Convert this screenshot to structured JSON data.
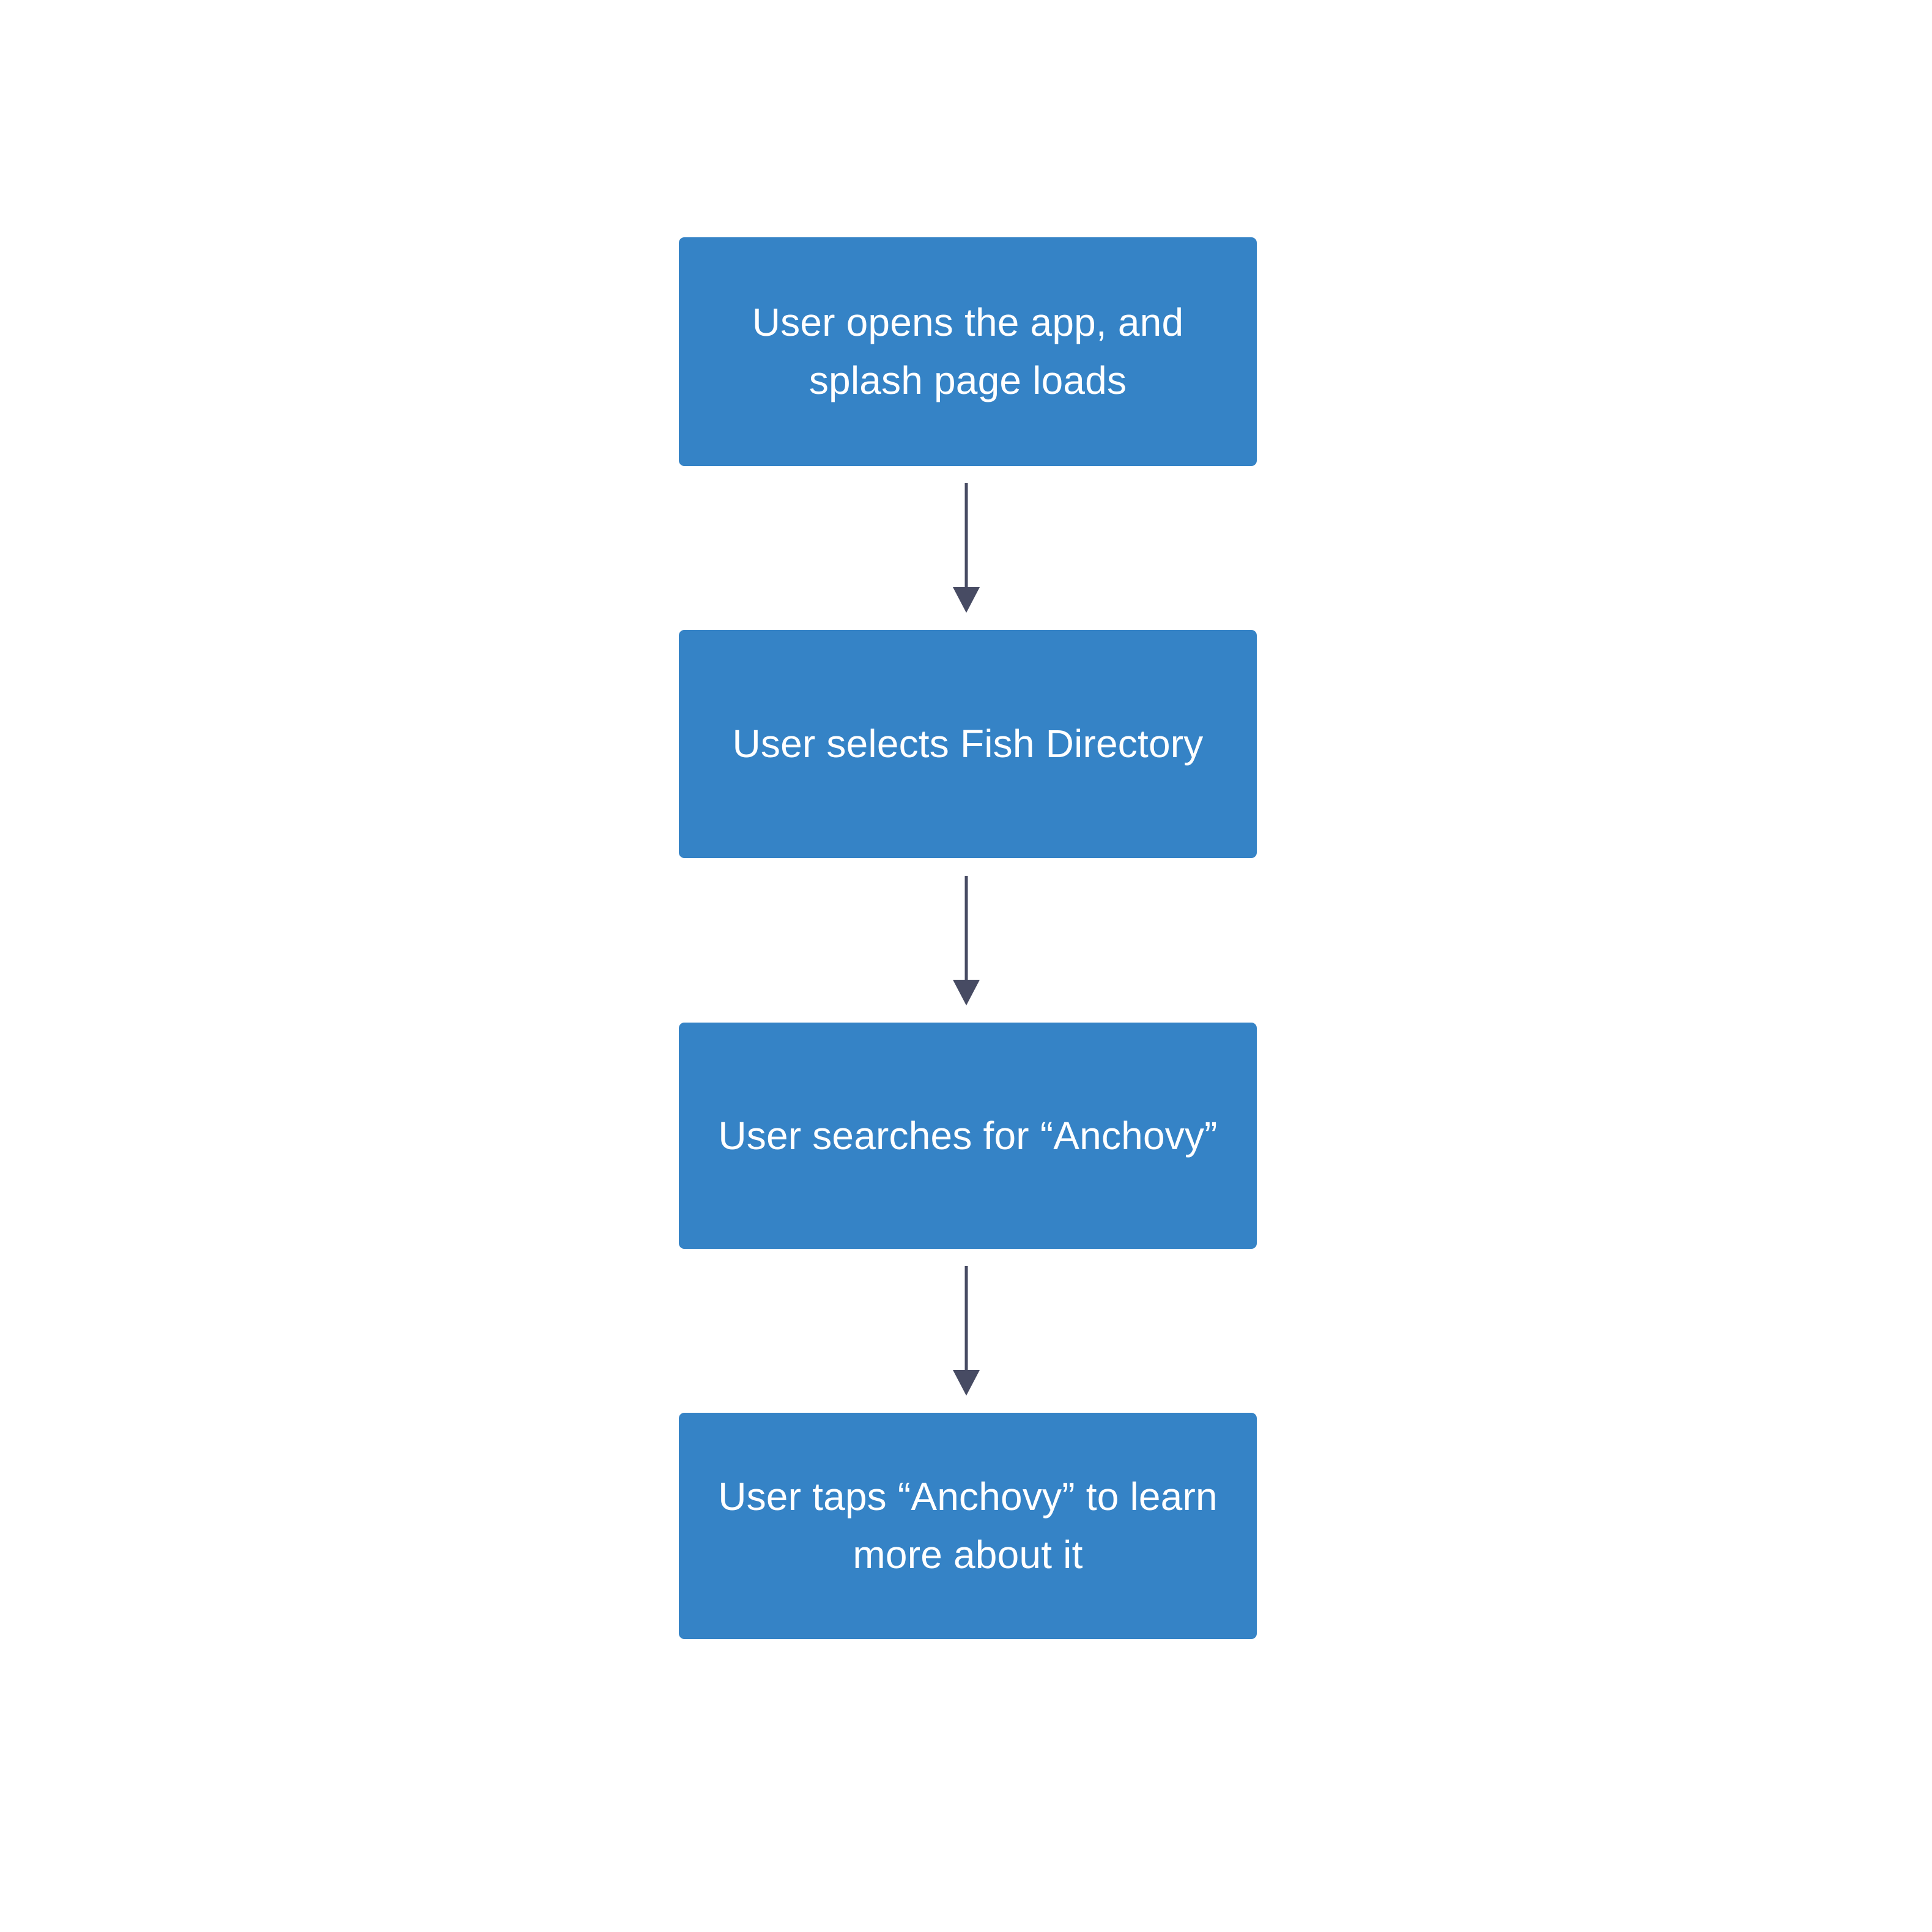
{
  "diagram": {
    "type": "flowchart",
    "orientation": "vertical-top-to-bottom",
    "background_color": "#ffffff",
    "node_fill_color": "#3583c6",
    "node_text_color": "#ffffff",
    "connector_color": "#474b63",
    "nodes": [
      {
        "id": "node-1",
        "order": 1,
        "label": "User opens the app, and\nsplash page loads",
        "lines": [
          "User opens the app, and",
          "splash page loads"
        ]
      },
      {
        "id": "node-2",
        "order": 2,
        "label": "User selects Fish Directory",
        "lines": [
          "User selects Fish Directory"
        ]
      },
      {
        "id": "node-3",
        "order": 3,
        "label": "User searches for “Anchovy”",
        "lines": [
          "User searches for “Anchovy”"
        ]
      },
      {
        "id": "node-4",
        "order": 4,
        "label": "User taps “Anchovy” to learn\nmore about it",
        "lines": [
          "User taps “Anchovy” to learn",
          "more about it"
        ]
      }
    ],
    "connectors": [
      {
        "id": "connector-1",
        "from": "node-1",
        "to": "node-2",
        "icon": "arrow-down-icon"
      },
      {
        "id": "connector-2",
        "from": "node-2",
        "to": "node-3",
        "icon": "arrow-down-icon"
      },
      {
        "id": "connector-3",
        "from": "node-3",
        "to": "node-4",
        "icon": "arrow-down-icon"
      }
    ]
  }
}
